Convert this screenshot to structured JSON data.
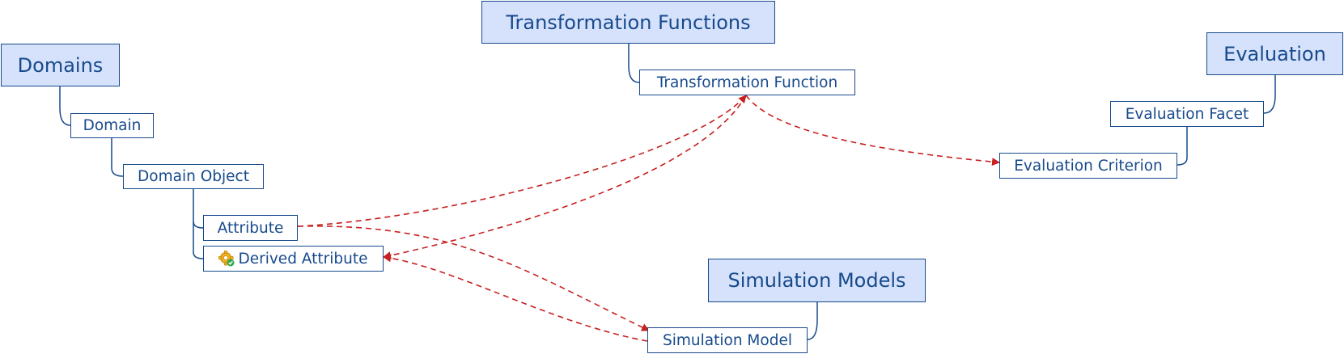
{
  "diagram": {
    "groups": {
      "transformation_functions": "Transformation Functions",
      "domains": "Domains",
      "evaluation": "Evaluation",
      "simulation_models": "Simulation Models"
    },
    "items": {
      "transformation_function": "Transformation Function",
      "domain": "Domain",
      "domain_object": "Domain Object",
      "attribute": "Attribute",
      "derived_attribute": "Derived Attribute",
      "evaluation_facet": "Evaluation Facet",
      "evaluation_criterion": "Evaluation Criterion",
      "simulation_model": "Simulation Model"
    },
    "derived_attribute_icon": "gear-icon",
    "relations": [
      {
        "from": "attribute",
        "to": "transformation_function"
      },
      {
        "from": "transformation_function",
        "to": "derived_attribute"
      },
      {
        "from": "transformation_function",
        "to": "evaluation_criterion"
      },
      {
        "from": "attribute",
        "to": "simulation_model"
      },
      {
        "from": "simulation_model",
        "to": "derived_attribute"
      }
    ],
    "colors": {
      "node_border": "#174a8c",
      "group_fill": "#d6e2fb",
      "relation": "#c62020"
    }
  }
}
